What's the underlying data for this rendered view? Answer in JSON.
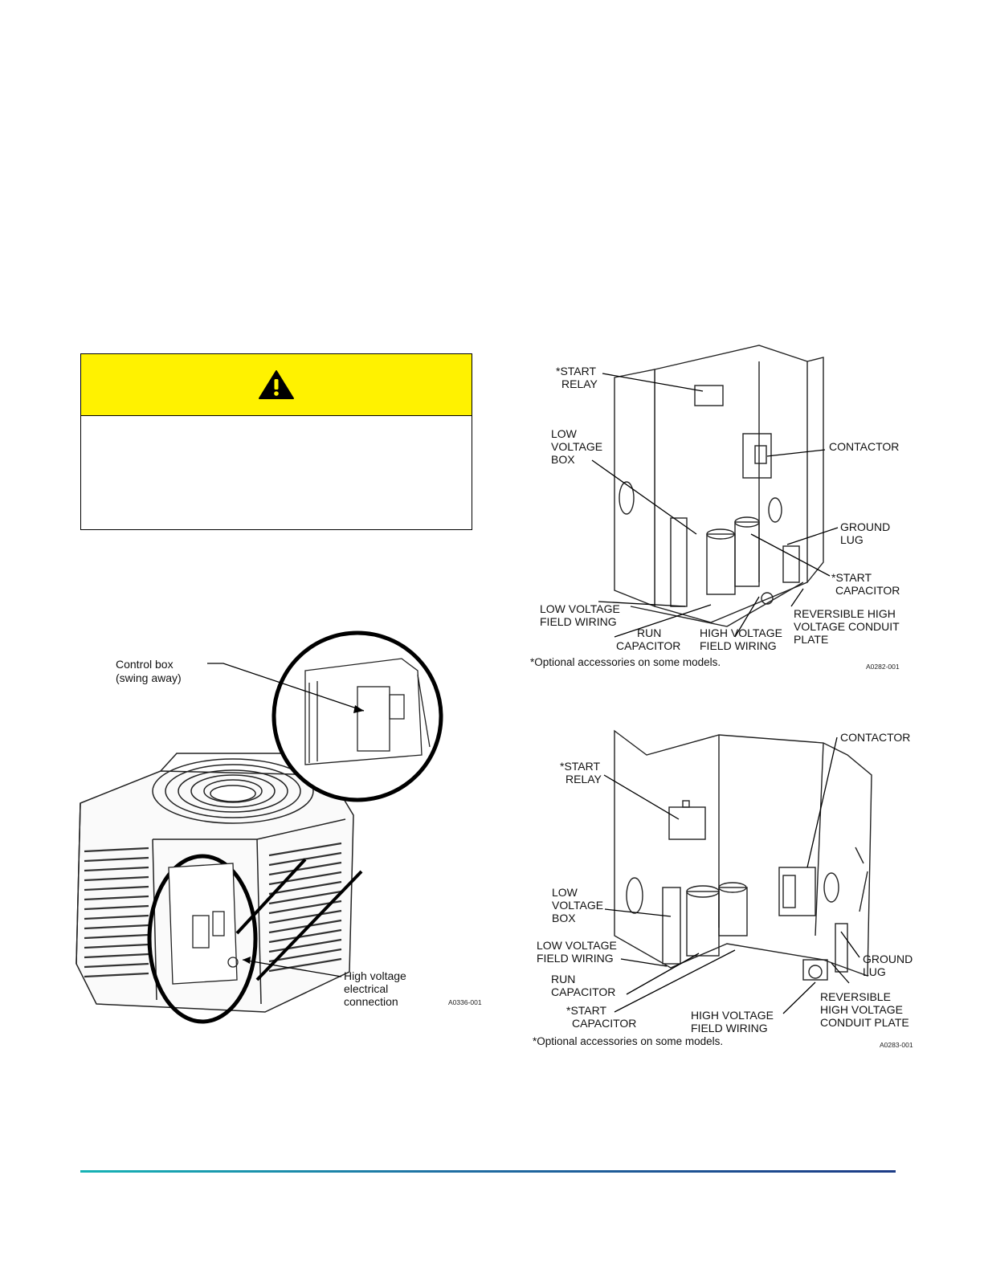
{
  "warning": {
    "icon": "warning-triangle-icon",
    "header_color": "#fff200"
  },
  "figure_unit": {
    "labels": {
      "control_box_line1": "Control box",
      "control_box_line2": "(swing away)",
      "high_voltage_line1": "High voltage",
      "high_voltage_line2": "electrical",
      "high_voltage_line3": "connection"
    },
    "code": "A0336-001"
  },
  "figure_box1": {
    "labels": {
      "start_relay_1": "*START",
      "start_relay_2": "RELAY",
      "low_voltage_box_1": "LOW",
      "low_voltage_box_2": "VOLTAGE",
      "low_voltage_box_3": "BOX",
      "contactor": "CONTACTOR",
      "ground_lug_1": "GROUND",
      "ground_lug_2": "LUG",
      "start_capacitor_1": "*START",
      "start_capacitor_2": "CAPACITOR",
      "low_voltage_field_1": "LOW VOLTAGE",
      "low_voltage_field_2": "FIELD WIRING",
      "reversible_1": "REVERSIBLE HIGH",
      "reversible_2": "VOLTAGE CONDUIT",
      "reversible_3": "PLATE",
      "run_capacitor_1": "RUN",
      "run_capacitor_2": "CAPACITOR",
      "high_voltage_field_1": "HIGH VOLTAGE",
      "high_voltage_field_2": "FIELD WIRING"
    },
    "note": "*Optional accessories on some models.",
    "code": "A0282-001"
  },
  "figure_box2": {
    "labels": {
      "contactor": "CONTACTOR",
      "start_relay_1": "*START",
      "start_relay_2": "RELAY",
      "low_voltage_box_1": "LOW",
      "low_voltage_box_2": "VOLTAGE",
      "low_voltage_box_3": "BOX",
      "low_voltage_field_1": "LOW VOLTAGE",
      "low_voltage_field_2": "FIELD WIRING",
      "ground_lug_1": "GROUND",
      "ground_lug_2": "LUG",
      "run_capacitor_1": "RUN",
      "run_capacitor_2": "CAPACITOR",
      "reversible_1": "REVERSIBLE",
      "reversible_2": "HIGH VOLTAGE",
      "reversible_3": "CONDUIT PLATE",
      "start_capacitor_1": "*START",
      "start_capacitor_2": "CAPACITOR",
      "high_voltage_field_1": "HIGH VOLTAGE",
      "high_voltage_field_2": "FIELD WIRING"
    },
    "note": "*Optional accessories on some models.",
    "code": "A0283-001"
  },
  "footer": {
    "line_gradient": [
      "#16b3b5",
      "#1f6fa3",
      "#1c3b86"
    ]
  }
}
